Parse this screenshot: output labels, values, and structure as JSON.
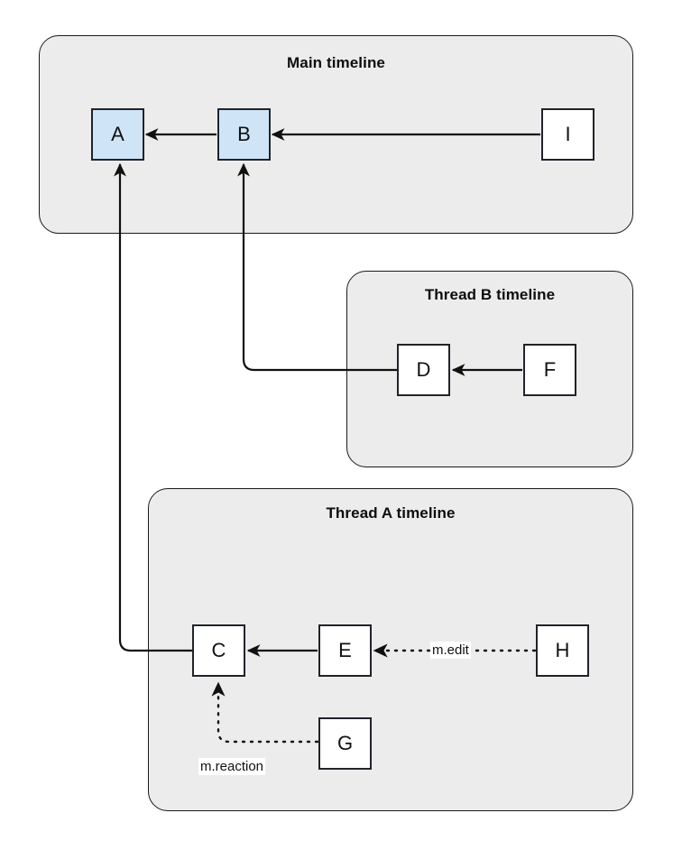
{
  "diagram": {
    "title_hidden": "Matrix event timeline relations",
    "background": "#ffffff",
    "container_fill": "#ececec",
    "container_stroke": "#1a1a1a",
    "node_fill": "#ffffff",
    "node_highlight_fill": "#cfe5f7",
    "node_stroke": "#20232a",
    "edge_stroke": "#111111"
  },
  "containers": [
    {
      "id": "main",
      "title": "Main timeline"
    },
    {
      "id": "threadB",
      "title": "Thread B timeline"
    },
    {
      "id": "threadA",
      "title": "Thread A timeline"
    }
  ],
  "nodes": [
    {
      "id": "A",
      "label": "A",
      "container": "main",
      "highlighted": true
    },
    {
      "id": "B",
      "label": "B",
      "container": "main",
      "highlighted": true
    },
    {
      "id": "I",
      "label": "I",
      "container": "main",
      "highlighted": false
    },
    {
      "id": "D",
      "label": "D",
      "container": "threadB",
      "highlighted": false
    },
    {
      "id": "F",
      "label": "F",
      "container": "threadB",
      "highlighted": false
    },
    {
      "id": "C",
      "label": "C",
      "container": "threadA",
      "highlighted": false
    },
    {
      "id": "E",
      "label": "E",
      "container": "threadA",
      "highlighted": false
    },
    {
      "id": "H",
      "label": "H",
      "container": "threadA",
      "highlighted": false
    },
    {
      "id": "G",
      "label": "G",
      "container": "threadA",
      "highlighted": false
    }
  ],
  "edges": [
    {
      "id": "B-to-A",
      "from": "B",
      "to": "A",
      "style": "solid",
      "label": ""
    },
    {
      "id": "I-to-B",
      "from": "I",
      "to": "B",
      "style": "solid",
      "label": ""
    },
    {
      "id": "F-to-D",
      "from": "F",
      "to": "D",
      "style": "solid",
      "label": ""
    },
    {
      "id": "D-to-B",
      "from": "D",
      "to": "B",
      "style": "solid",
      "label": ""
    },
    {
      "id": "E-to-C",
      "from": "E",
      "to": "C",
      "style": "solid",
      "label": ""
    },
    {
      "id": "C-to-A",
      "from": "C",
      "to": "A",
      "style": "solid",
      "label": ""
    },
    {
      "id": "H-to-E",
      "from": "H",
      "to": "E",
      "style": "dotted",
      "label": "m.edit"
    },
    {
      "id": "G-to-C",
      "from": "G",
      "to": "C",
      "style": "dotted",
      "label": "m.reaction"
    }
  ],
  "labels": {
    "edit": "m.edit",
    "reaction": "m.reaction"
  }
}
